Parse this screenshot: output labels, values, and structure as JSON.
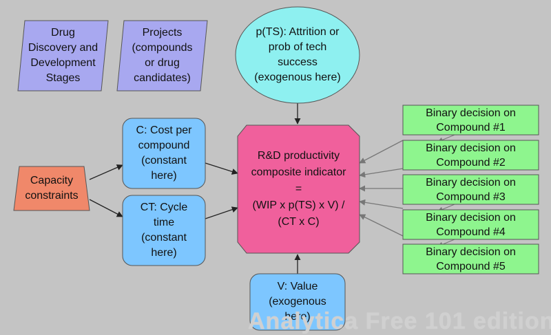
{
  "nodes": {
    "drug_stages": "Drug\nDiscovery and\nDevelopment\nStages",
    "projects": "Projects\n(compounds\nor drug\ncandidates)",
    "pts": "p(TS): Attrition or\nprob of tech\nsuccess\n(exogenous here)",
    "capacity": "Capacity\nconstraints",
    "cost": "C: Cost per\ncompound\n(constant\nhere)",
    "cycle_time": "CT: Cycle\ntime\n(constant\nhere)",
    "indicator": "R&D productivity\ncomposite indicator\n=\n(WIP x p(TS) x V) /\n(CT x C)",
    "value": "V: Value\n(exogenous\nhere)",
    "decisions": [
      "Binary decision on\nCompound #1",
      "Binary decision on\nCompound #2",
      "Binary decision on\nCompound #3",
      "Binary decision on\nCompound #4",
      "Binary decision on\nCompound #5"
    ]
  },
  "watermark": "Analytica Free 101 edition",
  "colors": {
    "background": "#c4c4c4",
    "module": "#a8a8f0",
    "chance": "#8ef0f0",
    "constraint": "#f0886a",
    "variable": "#7dc6ff",
    "objective": "#f0609c",
    "decision": "#8ef58e"
  }
}
